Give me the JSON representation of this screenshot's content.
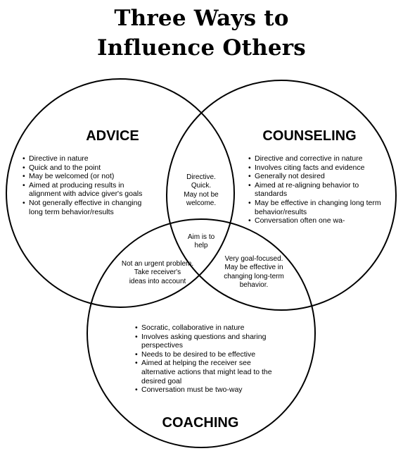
{
  "title": {
    "line1": "Three Ways to",
    "line2": "Influence Others"
  },
  "advice": {
    "heading": "ADVICE",
    "items": [
      "Directive in nature",
      "Quick and to the point",
      "May be welcomed (or not)",
      "Aimed at producing results in alignment with advice giver's goals",
      "Not generally effective in changing long term behavior/results"
    ]
  },
  "counseling": {
    "heading": "COUNSELING",
    "items": [
      "Directive and corrective in nature",
      "Involves citing facts and evidence",
      "Generally not desired",
      "Aimed at re-aligning behavior to standards",
      "May be effective in changing long term behavior/results",
      "Conversation often one wa-"
    ]
  },
  "coaching": {
    "heading": "COACHING",
    "items": [
      "Socratic, collaborative in nature",
      "Involves asking questions and sharing perspectives",
      "Needs to be desired to be effective",
      "Aimed at helping the receiver see alternative actions that might lead to the desired goal",
      "Conversation must be two-way"
    ]
  },
  "overlaps": {
    "advice_counseling": [
      "Directive.",
      "Quick.",
      "May not be",
      "welcome."
    ],
    "center": [
      "Aim is to",
      "help"
    ],
    "advice_coaching": [
      "Not an urgent problem.",
      "Take receiver's",
      "ideas into account"
    ],
    "counseling_coaching": [
      "Very goal-focused.",
      "May be effective in",
      "changing long-term",
      "behavior."
    ]
  },
  "colors": {
    "stroke": "#000000",
    "background": "#ffffff"
  }
}
